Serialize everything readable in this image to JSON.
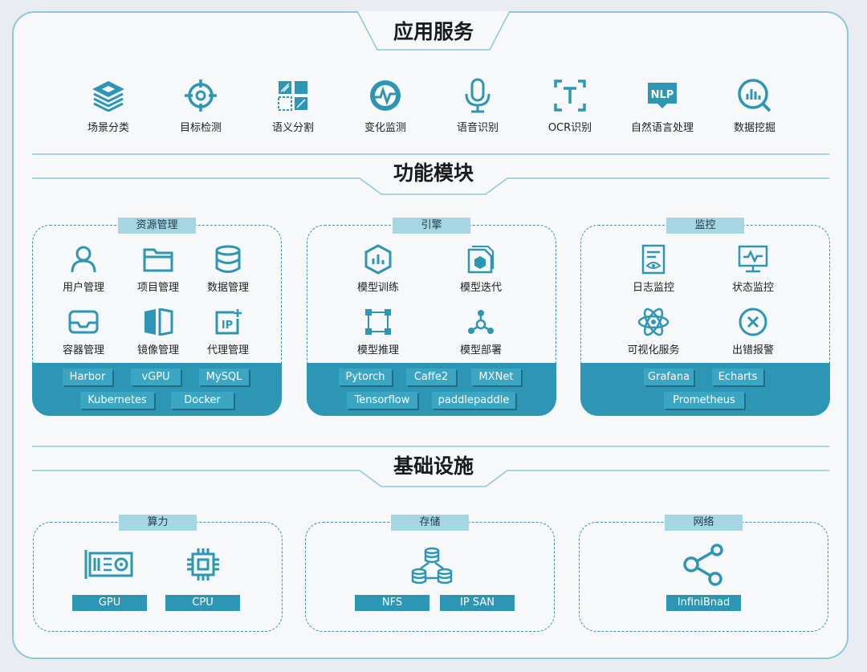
{
  "sections": {
    "app": "应用服务",
    "func": "功能模块",
    "infra": "基础设施"
  },
  "app_services": [
    {
      "label": "场景分类",
      "icon": "layers-icon"
    },
    {
      "label": "目标检测",
      "icon": "target-icon"
    },
    {
      "label": "语义分割",
      "icon": "segment-grid-icon"
    },
    {
      "label": "变化监测",
      "icon": "pulse-monitor-icon"
    },
    {
      "label": "语音识别",
      "icon": "microphone-icon"
    },
    {
      "label": "OCR识别",
      "icon": "text-scan-icon"
    },
    {
      "label": "自然语言处理",
      "icon": "nlp-icon",
      "badge": "NLP"
    },
    {
      "label": "数据挖掘",
      "icon": "data-search-icon"
    }
  ],
  "panels": {
    "resource": {
      "title": "资源管理",
      "items": [
        {
          "label": "用户管理",
          "icon": "user-icon"
        },
        {
          "label": "项目管理",
          "icon": "folder-icon"
        },
        {
          "label": "数据管理",
          "icon": "database-icon"
        },
        {
          "label": "容器管理",
          "icon": "inbox-tray-icon"
        },
        {
          "label": "镜像管理",
          "icon": "mirror-icon"
        },
        {
          "label": "代理管理",
          "icon": "ip-proxy-icon",
          "badge": "IP"
        }
      ],
      "chips": [
        "Harbor",
        "vGPU",
        "MySQL",
        "Kubernetes",
        "Docker"
      ]
    },
    "engine": {
      "title": "引擎",
      "items": [
        {
          "label": "模型训练",
          "icon": "hex-chart-icon"
        },
        {
          "label": "模型迭代",
          "icon": "document-cube-icon"
        },
        {
          "label": "模型推理",
          "icon": "node-square-icon"
        },
        {
          "label": "模型部署",
          "icon": "deploy-graph-icon"
        }
      ],
      "chips": [
        "Pytorch",
        "Caffe2",
        "MXNet",
        "Tensorflow",
        "paddlepaddle"
      ]
    },
    "monitor": {
      "title": "监控",
      "items": [
        {
          "label": "日志监控",
          "icon": "log-eye-icon"
        },
        {
          "label": "状态监控",
          "icon": "monitor-pulse-icon"
        },
        {
          "label": "可视化服务",
          "icon": "atom-icon"
        },
        {
          "label": "出错报警",
          "icon": "error-circle-icon"
        }
      ],
      "chips": [
        "Grafana",
        "Echarts",
        "Prometheus"
      ]
    }
  },
  "infra": {
    "compute": {
      "title": "算力",
      "items": [
        {
          "label": "GPU",
          "icon": "gpu-card-icon"
        },
        {
          "label": "CPU",
          "icon": "cpu-chip-icon"
        }
      ]
    },
    "storage": {
      "title": "存储",
      "items": [
        {
          "label": "NFS"
        },
        {
          "label": "IP SAN"
        }
      ],
      "icon": "storage-network-icon"
    },
    "network": {
      "title": "网络",
      "items": [
        {
          "label": "InfiniBnad"
        }
      ],
      "icon": "share-node-icon"
    }
  },
  "colors": {
    "accent": "#2c96b4",
    "chip": "#3ba6c4",
    "tag": "#a6d5e3",
    "line": "#8fc7da"
  }
}
